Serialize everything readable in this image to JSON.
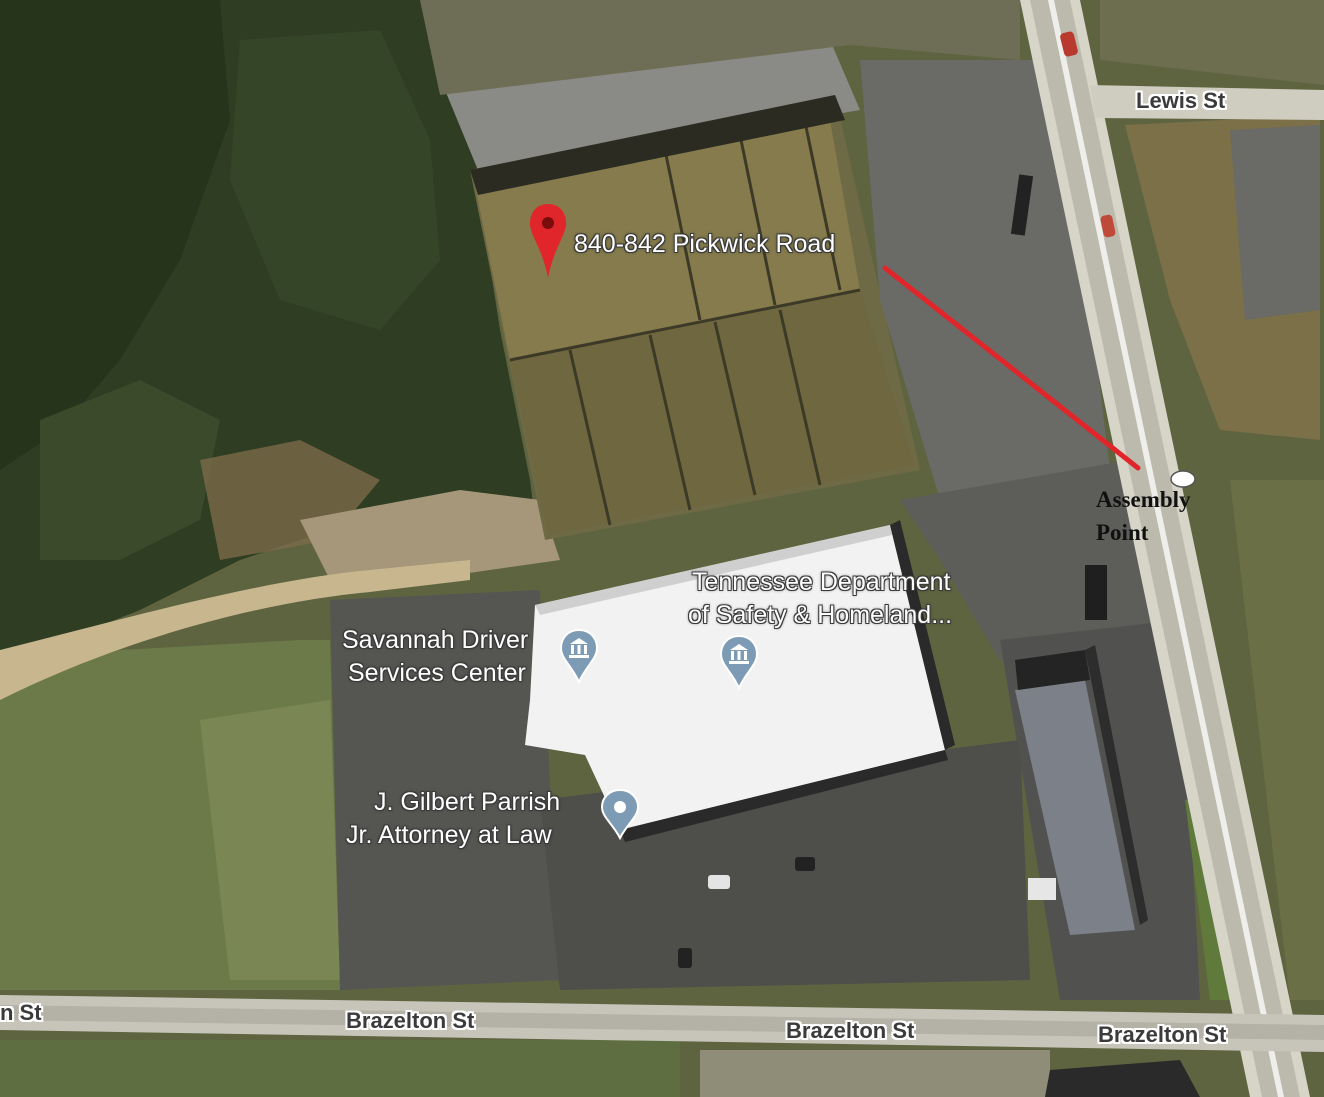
{
  "map": {
    "address_marker": {
      "label": "840-842 Pickwick Road",
      "icon": "red-pin-icon",
      "color": "#e0262a"
    },
    "assembly_point": {
      "line1": "Assembly",
      "line2": "Point",
      "arrow_color": "#e0262a"
    },
    "places": [
      {
        "id": "tn-dept",
        "line1": "Tennessee Department",
        "line2": "of Safety & Homeland...",
        "icon": "government-building-icon"
      },
      {
        "id": "savannah",
        "line1": "Savannah Driver",
        "line2": "Services Center",
        "icon": "government-building-icon"
      },
      {
        "id": "attorney",
        "line1": "J. Gilbert Parrish",
        "line2": "Jr. Attorney at Law",
        "icon": "place-dot-icon"
      }
    ],
    "streets": {
      "lewis": "Lewis St",
      "brazelton_left": "Brazelton St",
      "brazelton_mid": "Brazelton St",
      "brazelton_right": "Brazelton St",
      "edge_left": "n St"
    },
    "route_shield": "",
    "colors": {
      "pin": "#e0262a",
      "poi": "#7e9bb5",
      "road": "#ededed",
      "asphalt": "#5b5b5b"
    }
  }
}
